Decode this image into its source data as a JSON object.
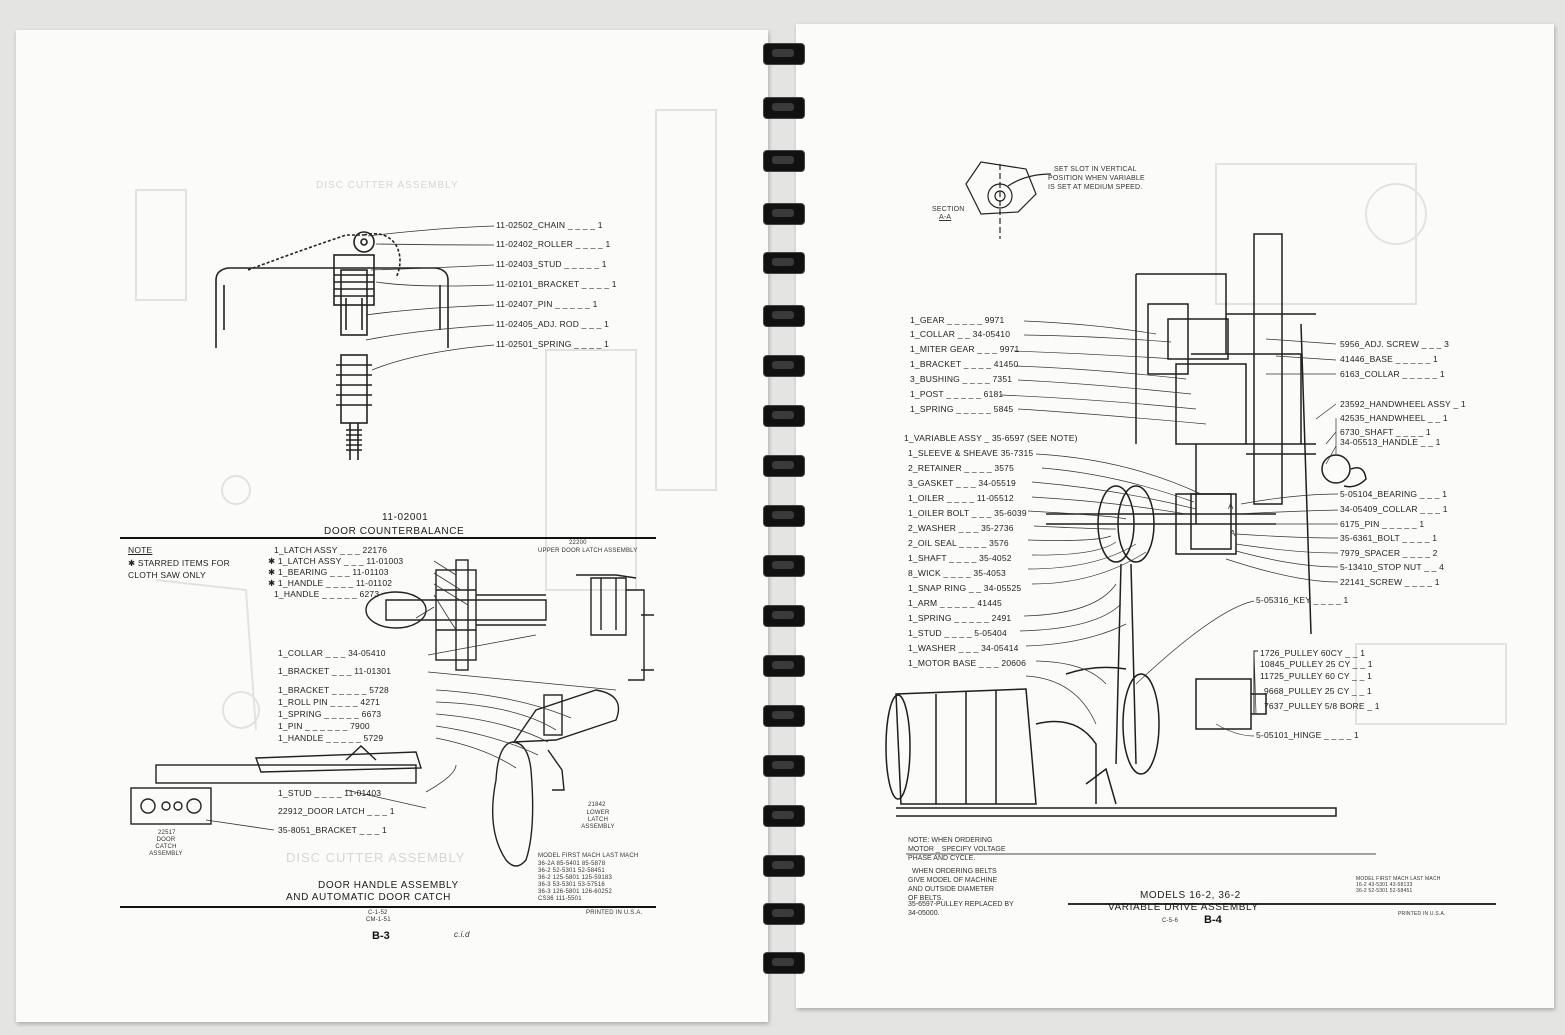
{
  "left": {
    "counterbalance_parts": [
      "11-02502_CHAIN _ _ _ _ 1",
      "11-02402_ROLLER _ _ _ _ 1",
      "11-02403_STUD _ _ _ _ _ 1",
      "11-02101_BRACKET _ _ _ _ 1",
      "11-02407_PIN _ _ _ _ _ 1",
      "11-02405_ADJ. ROD _ _ _ 1",
      "11-02501_SPRING _ _ _ _ 1"
    ],
    "counterbalance_code": "11-02001",
    "counterbalance_title": "DOOR COUNTERBALANCE",
    "note_title": "NOTE",
    "note_text": [
      "✱ STARRED ITEMS FOR",
      "CLOTH SAW ONLY"
    ],
    "latch_parts": [
      "1_LATCH ASSY _ _ _ 22176",
      "✱ 1_LATCH ASSY _ _ _ 11-01003",
      "✱ 1_BEARING _ _ _ 11-01103",
      "✱ 1_HANDLE _ _ _ _ 11-01102",
      "1_HANDLE _ _ _ _ _ 6273"
    ],
    "upper_latch_code": "22200",
    "upper_latch_label": "UPPER DOOR LATCH ASSEMBLY",
    "collar_parts": [
      "1_COLLAR _ _ _ 34-05410",
      "1_BRACKET _ _ _ 11-01301"
    ],
    "handle_parts": [
      "1_BRACKET _ _ _ _ _ 5728",
      "1_ROLL PIN _ _ _ _ 4271",
      "1_SPRING _ _ _ _ _ 6673",
      "1_PIN _ _ _ _ _ _ 7900",
      "1_HANDLE _ _ _ _ _ 5729"
    ],
    "catch_parts": [
      "1_STUD _ _ _ _ 11-01403",
      "22912_DOOR LATCH _ _ _ 1",
      "35-8051_BRACKET _ _ _ 1"
    ],
    "door_catch_code": "22517",
    "door_catch_label": "DOOR CATCH ASSEMBLY",
    "lower_latch_code": "21842",
    "lower_latch_label": "LOWER LATCH ASSEMBLY",
    "title_line1": "DOOR HANDLE ASSEMBLY",
    "title_line2": "AND AUTOMATIC DOOR CATCH",
    "model_header": "MODEL   FIRST MACH   LAST MACH",
    "model_rows": [
      "36-2A   85-5401   85-5878",
      "36-2   52-5301   52-58451",
      "36-2   125-5801   125-59183",
      "36-3   53-5301   53-57516",
      "36-3   126-5801   126-60252",
      "CS36   111-5501"
    ],
    "printed": "PRINTED IN U.S.A.",
    "codes": [
      "C-1-52",
      "CM-1-51"
    ],
    "page_number": "B-3",
    "handwritten": "c.i.d"
  },
  "right": {
    "section_label": "SECTION",
    "section_id": "A-A",
    "set_slot_note": [
      "SET SLOT IN VERTICAL",
      "POSITION WHEN VARIABLE",
      "IS SET AT MEDIUM SPEED."
    ],
    "left_parts_a": [
      "1_GEAR _ _ _ _ _ 9971",
      "1_COLLAR _ _ 34-05410",
      "1_MITER GEAR _ _ _ 9971",
      "1_BRACKET _ _ _ _ 41450",
      "3_BUSHING _ _ _ _ 7351",
      "1_POST _ _ _ _ _ 6181",
      "1_SPRING _ _ _ _ _ 5845"
    ],
    "variable_assy": "1_VARIABLE ASSY _ 35-6597 (SEE NOTE)",
    "left_parts_b": [
      "1_SLEEVE & SHEAVE 35-7315",
      "2_RETAINER _ _ _ _ 3575",
      "3_GASKET _ _ _ 34-05519",
      "1_OILER _ _ _ _ 11-05512",
      "1_OILER BOLT _ _ _ 35-6039",
      "2_WASHER _ _ _ 35-2736",
      "2_OIL SEAL _ _ _ _ 3576",
      "1_SHAFT _ _ _ _ 35-4052",
      "8_WICK _ _ _ _ 35-4053",
      "1_SNAP RING _ _ 34-05525"
    ],
    "left_parts_c": [
      "1_ARM _ _ _ _ _ 41445",
      "1_SPRING _ _ _ _ _ 2491",
      "1_STUD _ _ _ _ 5-05404",
      "1_WASHER _ _ _ 34-05414",
      "1_MOTOR BASE _ _ _ 20606"
    ],
    "right_parts_a": [
      "5956_ADJ. SCREW _ _ _ 3",
      "41446_BASE _ _ _ _ _ 1",
      "6163_COLLAR _ _ _ _ _ 1"
    ],
    "right_parts_b": [
      "23592_HANDWHEEL ASSY _ 1",
      "42535_HANDWHEEL _ _ 1",
      "6730_SHAFT _ _ _ _ 1",
      "34-05513_HANDLE _ _ 1"
    ],
    "right_parts_c": [
      "5-05104_BEARING _ _ _ 1",
      "34-05409_COLLAR _ _ _ 1",
      "6175_PIN _ _ _ _ _ 1",
      "35-6361_BOLT _ _ _ _ 1",
      "7979_SPACER _ _ _ _ 2",
      "5-13410_STOP NUT _ _ 4",
      "22141_SCREW _ _ _ _ 1"
    ],
    "key_part": "5-05316_KEY _ _ _ _ 1",
    "pulley_parts": [
      "1726_PULLEY 60CY _ _ 1",
      "10845_PULLEY 25 CY _ _ 1",
      "11725_PULLEY 60 CY _ _ 1",
      "9668_PULLEY 25 CY _ _ 1",
      "7637_PULLEY 5/8 BORE _ 1"
    ],
    "hinge_part": "5-05101_HINGE _ _ _ _ 1",
    "section_marks": [
      "A",
      "A"
    ],
    "note_motor": [
      "NOTE: WHEN ORDERING",
      "MOTOR _ SPECIFY VOLTAGE",
      "PHASE AND CYCLE."
    ],
    "note_belts": [
      "WHEN ORDERING BELTS",
      "GIVE MODEL OF MACHINE",
      "AND OUTSIDE DIAMETER",
      "OF BELTS."
    ],
    "note_pulley": [
      "35-6597-PULLEY REPLACED BY",
      "34-05000."
    ],
    "title_line1": "MODELS 16-2, 36-2",
    "title_line2": "VARIABLE DRIVE ASSEMBLY",
    "code": "C-5-6",
    "page_number": "B-4",
    "model_header": "MODEL   FIRST MACH   LAST MACH",
    "model_rows": [
      "16-2   43-5301   43-58133",
      "36-2   52-5301   52-58451"
    ],
    "printed": "PRINTED IN U.S.A."
  }
}
